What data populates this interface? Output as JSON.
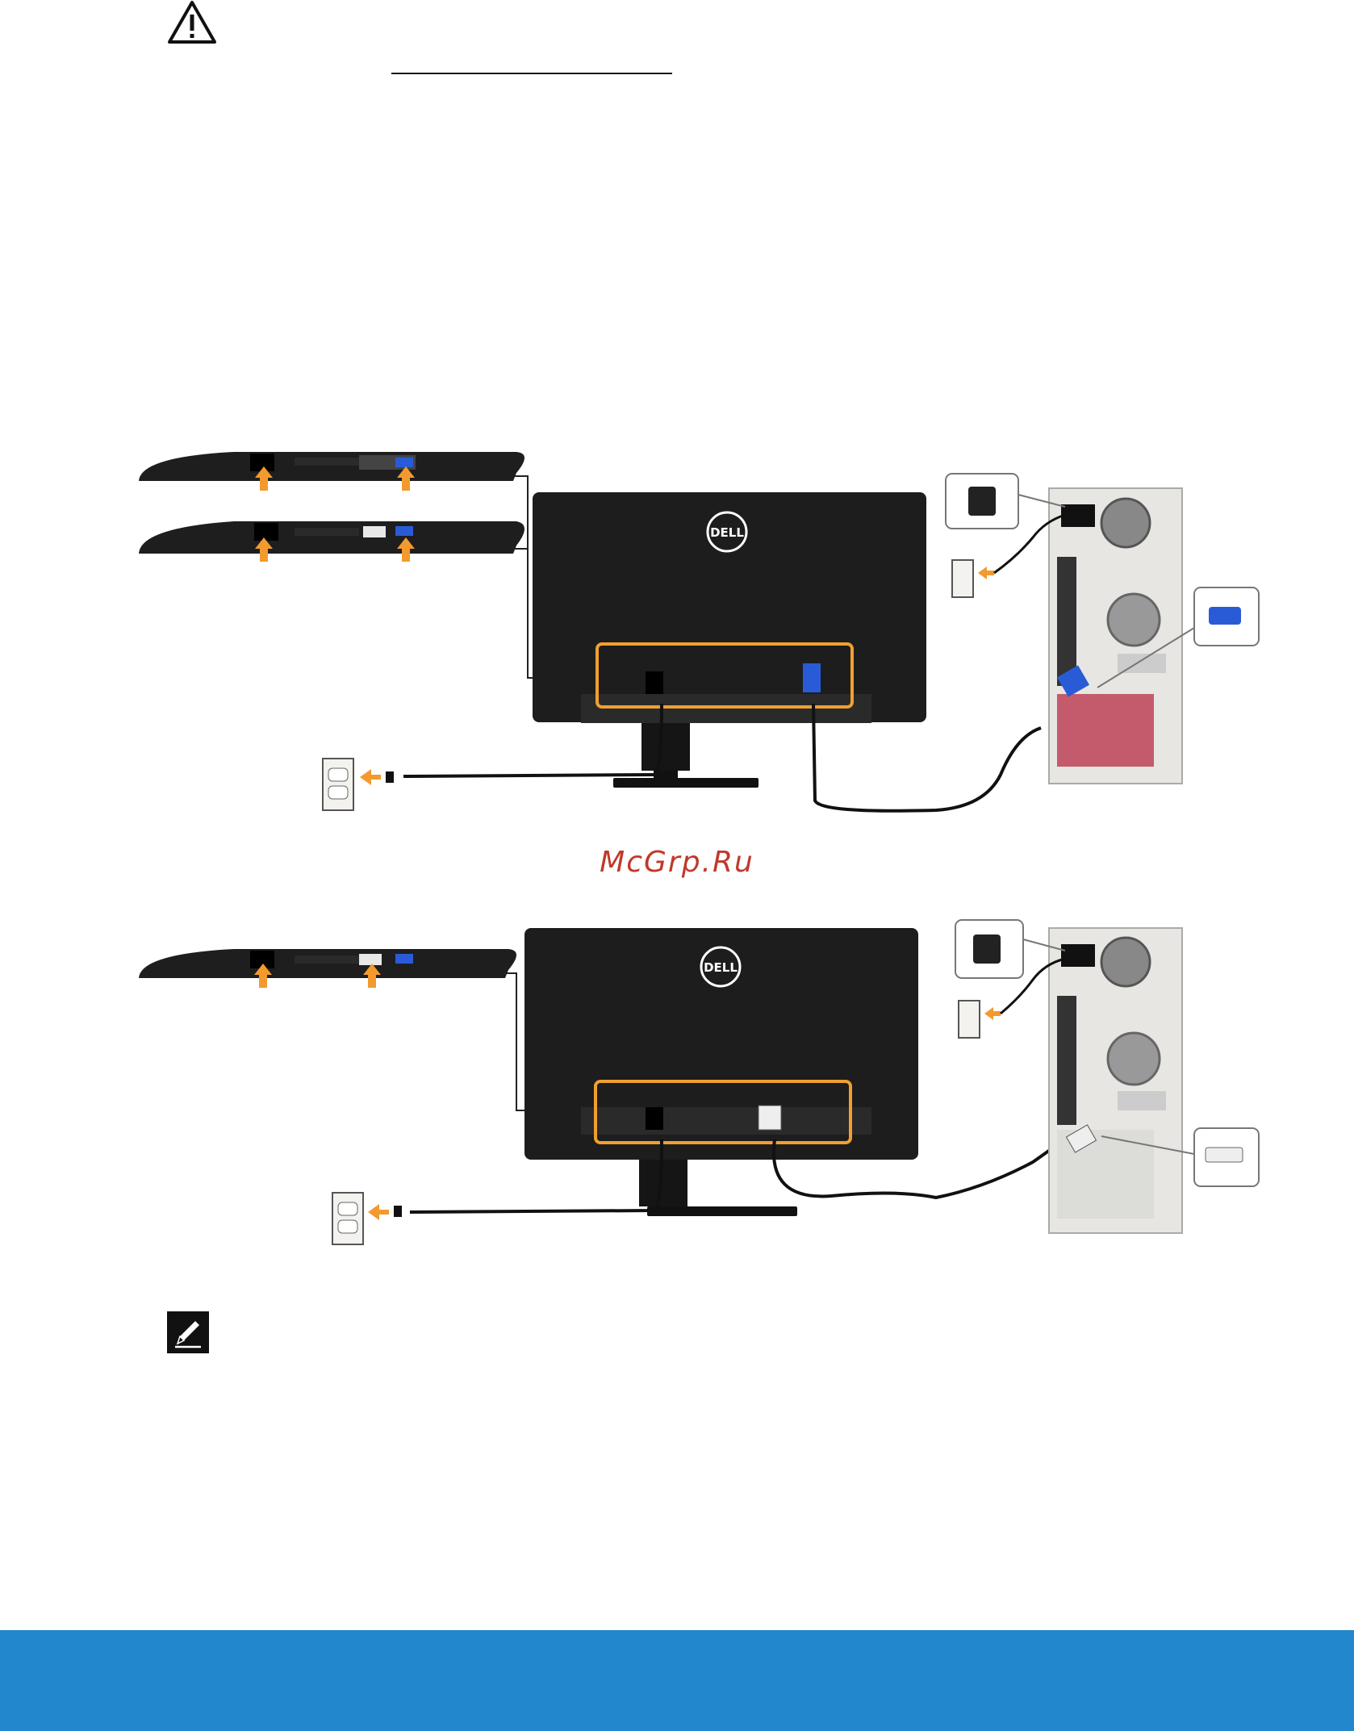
{
  "icons": {
    "caution": "warning-triangle-icon",
    "note": "note-pencil-icon"
  },
  "diagram_top": {
    "brand": "DELL"
  },
  "diagram_bottom": {
    "brand": "DELL"
  },
  "watermark": "McGrp.Ru",
  "colors": {
    "highlight": "#f0a030",
    "arrow": "#f29a2e",
    "monitor": "#1d1d1d",
    "footer": "#2287cd",
    "watermark": "#c0392b"
  }
}
